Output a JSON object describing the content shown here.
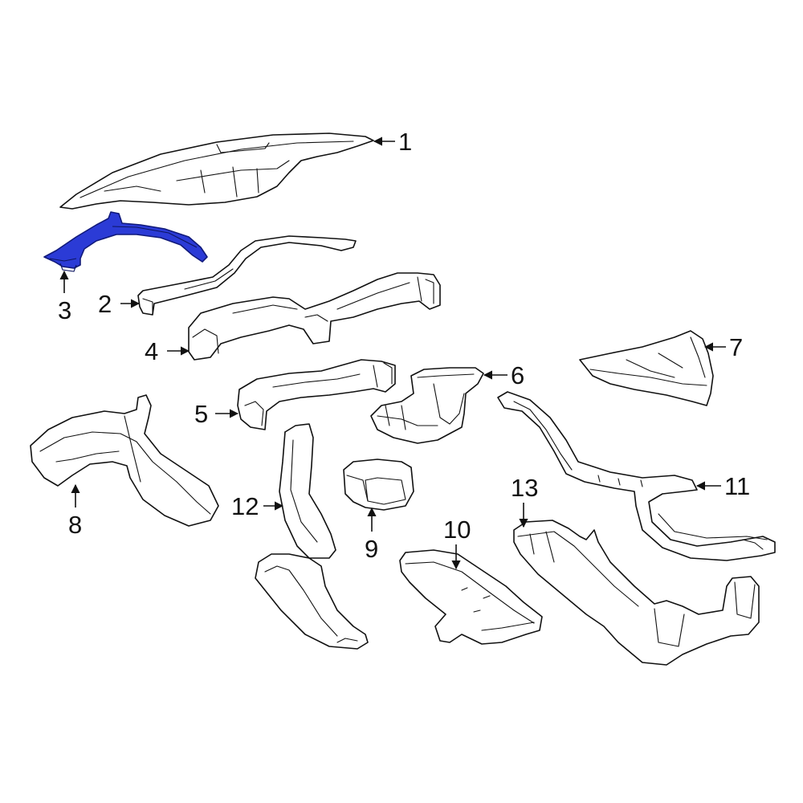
{
  "diagram": {
    "highlight_color": "#2b3bd6",
    "line_color": "#111111",
    "highlighted_part": "3",
    "callouts": [
      {
        "id": "c1",
        "label": "1"
      },
      {
        "id": "c2",
        "label": "2"
      },
      {
        "id": "c3",
        "label": "3"
      },
      {
        "id": "c4",
        "label": "4"
      },
      {
        "id": "c5",
        "label": "5"
      },
      {
        "id": "c6",
        "label": "6"
      },
      {
        "id": "c7",
        "label": "7"
      },
      {
        "id": "c8",
        "label": "8"
      },
      {
        "id": "c9",
        "label": "9"
      },
      {
        "id": "c10",
        "label": "10"
      },
      {
        "id": "c11",
        "label": "11"
      },
      {
        "id": "c12",
        "label": "12"
      },
      {
        "id": "c13",
        "label": "13"
      }
    ]
  }
}
